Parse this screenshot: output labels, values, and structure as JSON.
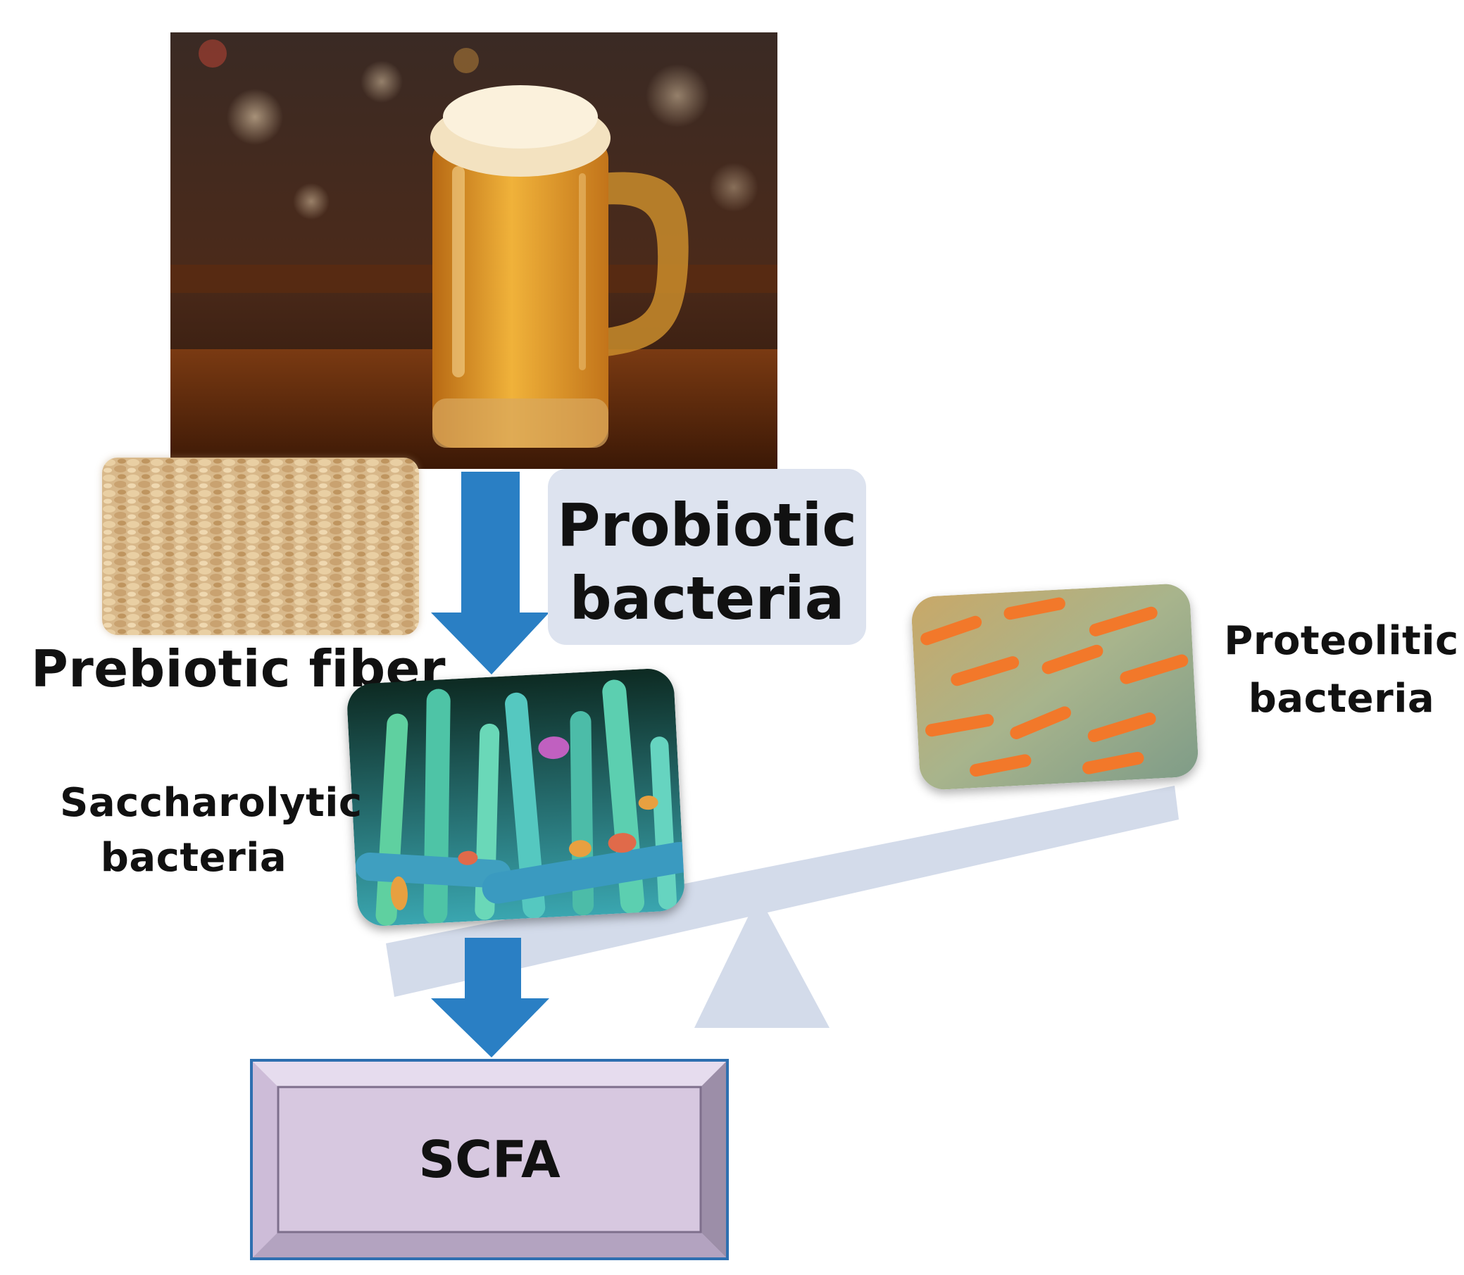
{
  "labels": {
    "probiotic": "Probiotic\nbacteria",
    "prebiotic": "Prebiotic fiber",
    "saccharolytic_line1": "Saccharolytic",
    "saccharolytic_line2": "bacteria",
    "proteolitic_line1": "Proteolitic",
    "proteolitic_line2": "bacteria",
    "scfa": "SCFA"
  },
  "colors": {
    "arrow": "#2a7fc4",
    "balance": "#d3dbea",
    "probiotic_box": "#dde3ef",
    "scfa_fill": "#d7c8e0",
    "scfa_bevel_light": "#e6dcee",
    "scfa_bevel_dark": "#9c8ea8",
    "scfa_border": "#2e6fb0"
  },
  "icons": {
    "beer": "beer-mug-photo",
    "grain": "grain-photo",
    "saccharolytic": "green-bacteria-photo",
    "proteolitic": "orange-rod-bacteria-photo"
  }
}
